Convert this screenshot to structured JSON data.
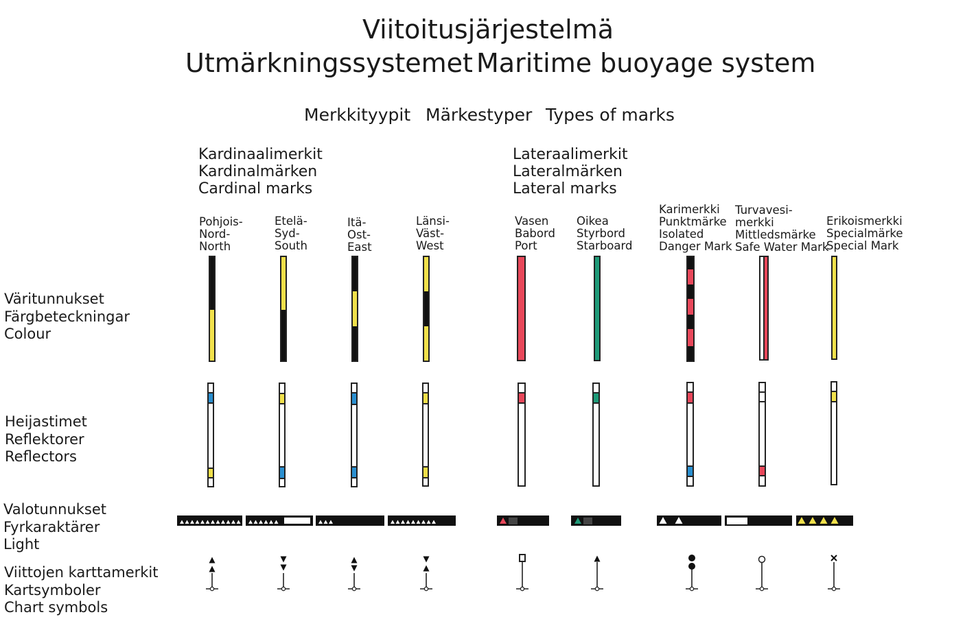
{
  "title": {
    "line1": "Viitoitusjärjestelmä",
    "line2a": "Utmärkningssystemet",
    "line2b": "Maritime buoyage system"
  },
  "subtitle": {
    "fi": "Merkkityypit",
    "sv": "Märkestyper",
    "en": "Types of marks"
  },
  "groups": {
    "cardinal": [
      "Kardinaalimerkit",
      "Kardinalmärken",
      "Cardinal marks"
    ],
    "lateral": [
      "Lateraalimerkit",
      "Lateralmärken",
      "Lateral marks"
    ]
  },
  "columns": [
    {
      "id": "north",
      "label": [
        "Pohjois-",
        "Nord-",
        "North"
      ]
    },
    {
      "id": "south",
      "label": [
        "Etelä-",
        "Syd-",
        "South"
      ]
    },
    {
      "id": "east",
      "label": [
        "Itä-",
        "Ost-",
        "East"
      ]
    },
    {
      "id": "west",
      "label": [
        "Länsi-",
        "Väst-",
        "West"
      ]
    },
    {
      "id": "port",
      "label": [
        "Vasen",
        "Babord",
        "Port"
      ]
    },
    {
      "id": "starboard",
      "label": [
        "Oikea",
        "Styrbord",
        "Starboard"
      ]
    },
    {
      "id": "isolated-danger",
      "label": [
        "Karimerkki",
        "Punktmärke",
        "Isolated",
        "Danger Mark"
      ]
    },
    {
      "id": "safe-water",
      "label": [
        "Turvavesi-",
        "merkki",
        "Mittledsmärke",
        "Safe Water Mark"
      ]
    },
    {
      "id": "special",
      "label": [
        "Erikoismerkki",
        "Specialmärke",
        "Special Mark"
      ]
    }
  ],
  "rows": {
    "colour": [
      "Väritunnukset",
      "Färgbeteckningar",
      "Colour"
    ],
    "reflectors": [
      "Heijastimet",
      "Reflektorer",
      "Reflectors"
    ],
    "light": [
      "Valotunnukset",
      "Fyrkaraktärer",
      "Light"
    ],
    "chart": [
      "Viittojen karttamerkit",
      "Kartsymboler",
      "Chart symbols"
    ]
  },
  "colors": {
    "black": "#111111",
    "yellow": "#f0e04a",
    "red": "#e8475a",
    "green": "#1e9a78",
    "blue": "#2a8fd0",
    "white": "#ffffff"
  }
}
